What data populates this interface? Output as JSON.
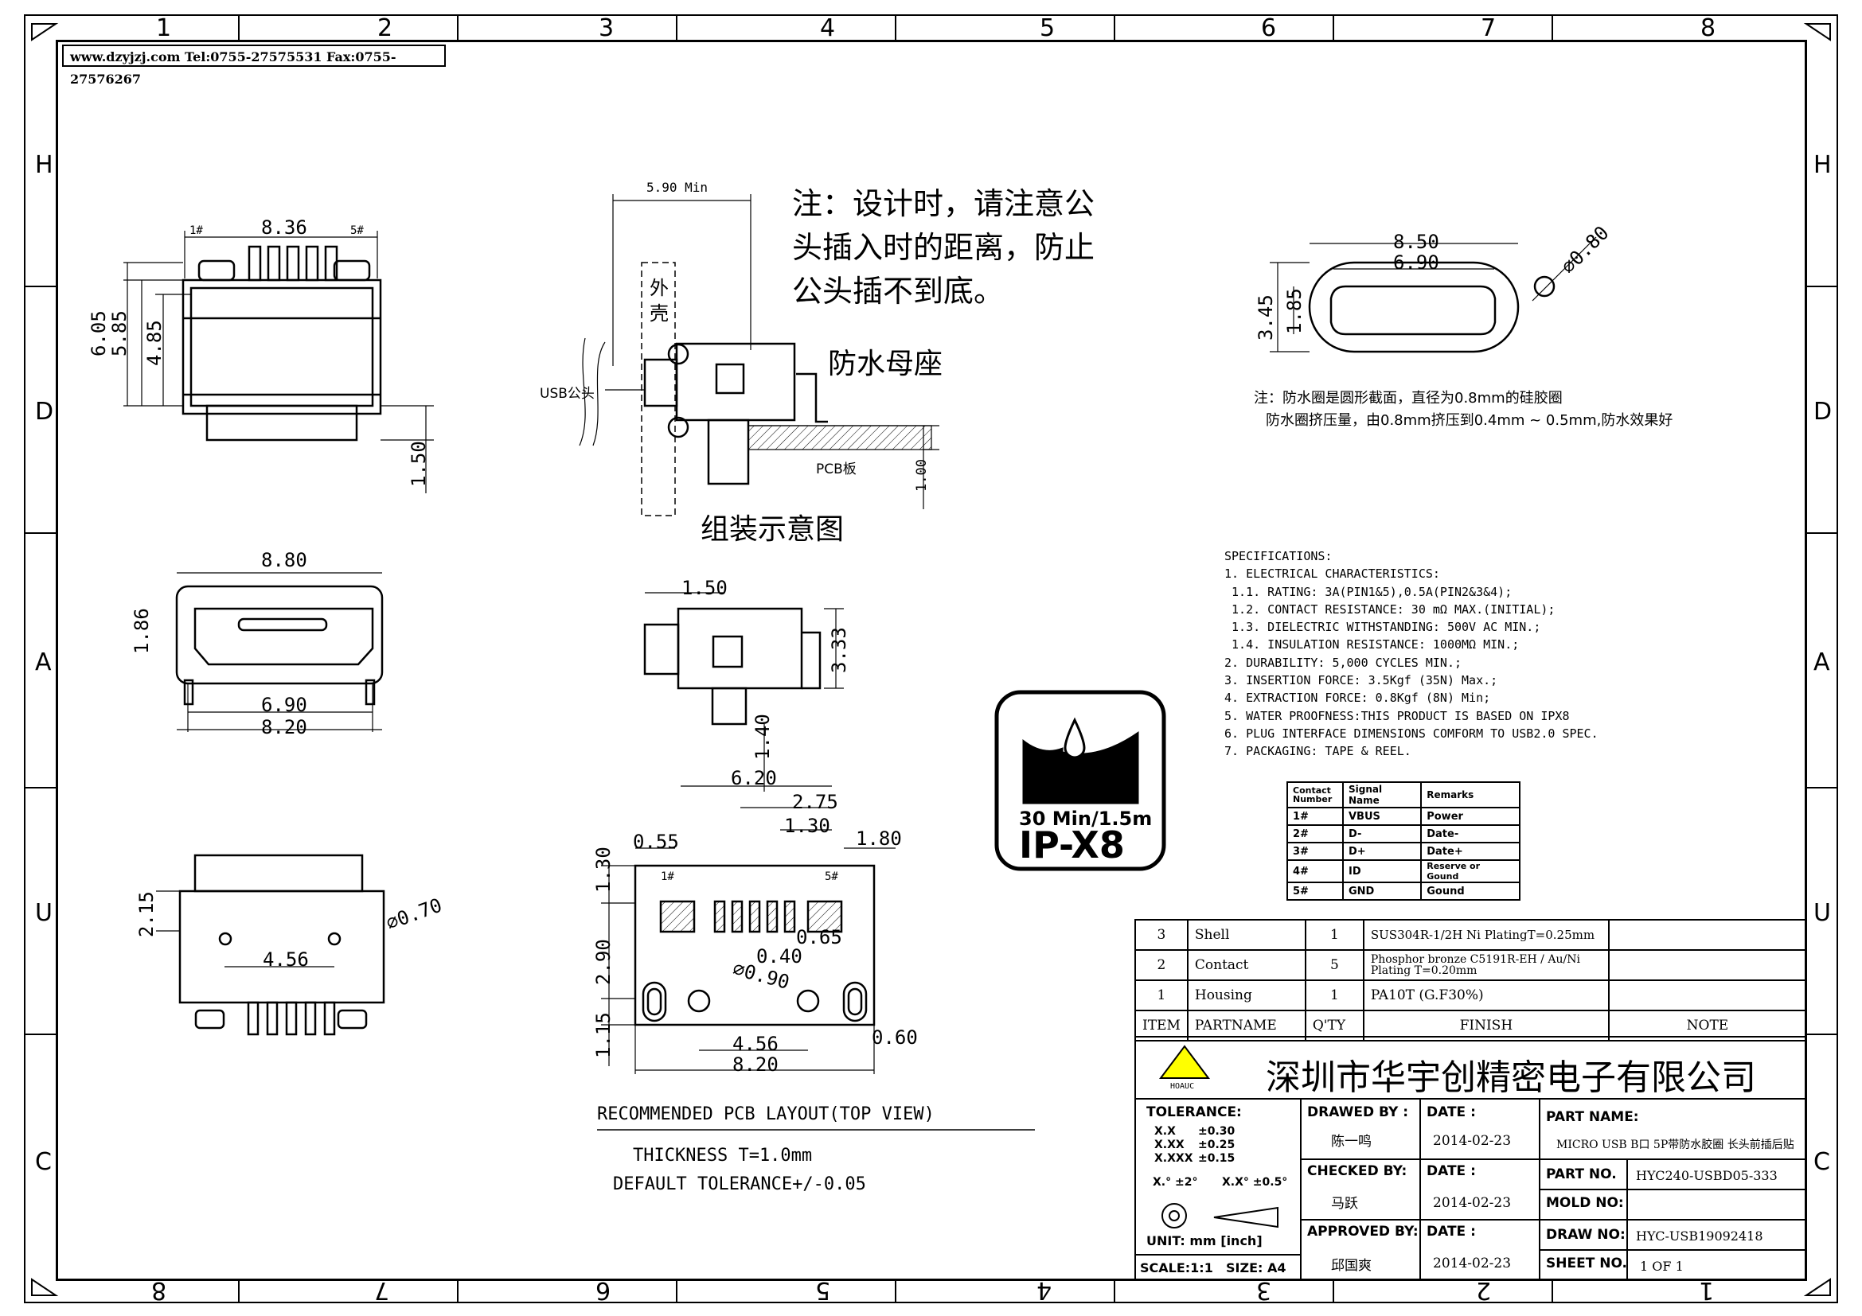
{
  "header": {
    "text": "www.dzyjzj.com  Tel:0755-27575531  Fax:0755-27576267"
  },
  "zones": {
    "top": [
      "1",
      "2",
      "3",
      "4",
      "5",
      "6",
      "7",
      "8"
    ],
    "bottom": [
      "8",
      "7",
      "6",
      "5",
      "4",
      "3",
      "2",
      "1"
    ],
    "left": [
      "H",
      "D",
      "A",
      "U",
      "C"
    ],
    "right": [
      "H",
      "D",
      "A",
      "U",
      "C"
    ]
  },
  "dims": {
    "front_top_width": "8.36",
    "pin1": "1#",
    "pin5": "5#",
    "h605": "6.05",
    "h585": "5.85",
    "h485": "4.85",
    "h150": "1.50",
    "min590": "5.90 Min",
    "w850": "8.50",
    "w690": "6.90",
    "d080": "⌀0.80",
    "h345": "3.45",
    "h185": "1.85",
    "w880": "8.80",
    "h186": "1.86",
    "w690b": "6.90",
    "w820": "8.20",
    "w150": "1.50",
    "h333": "3.33",
    "h140": "1.40",
    "h215": "2.15",
    "d070": "⌀0.70",
    "w456": "4.56",
    "p620": "6.20",
    "p275": "2.75",
    "p130": "1.30",
    "p180": "1.80",
    "p055": "0.55",
    "p130v": "1.30",
    "p290v": "2.90",
    "p115v": "1.15",
    "p040": "0.40",
    "p065": "0.65",
    "p090": "⌀0.90",
    "p456": "4.56",
    "p820": "8.20",
    "p060": "0.60",
    "pin1b": "1#",
    "pin5b": "5#"
  },
  "notes": {
    "design_1": "注：设计时，请注意公",
    "design_2": "头插入时的距离，防止",
    "design_3": "公头插不到底。",
    "shell_1": "外",
    "shell_2": "壳",
    "usb_male": "USB公头",
    "waterproof_socket": "防水母座",
    "pcb": "PCB板",
    "pcb_h": "1.00",
    "assembly": "组装示意图",
    "seal_1": "注：防水圈是圆形截面，直径为0.8mm的硅胶圈",
    "seal_2": "防水圈挤压量，由0.8mm挤压到0.4mm ~ 0.5mm,防水效果好",
    "pcb_layout": "RECOMMENDED PCB LAYOUT(TOP VIEW)",
    "thickness": "THICKNESS T=1.0mm",
    "tolerance": "DEFAULT TOLERANCE+/-0.05"
  },
  "specs": [
    "SPECIFICATIONS:",
    "1. ELECTRICAL CHARACTERISTICS:",
    " 1.1. RATING: 3A(PIN1&5),0.5A(PIN2&3&4);",
    " 1.2. CONTACT RESISTANCE: 30 mΩ MAX.(INITIAL);",
    " 1.3. DIELECTRIC WITHSTANDING: 500V AC MIN.;",
    " 1.4. INSULATION RESISTANCE: 1000MΩ MIN.;",
    "2. DURABILITY: 5,000 CYCLES MIN.;",
    "3. INSERTION FORCE: 3.5Kgf (35N) Max.;",
    "4. EXTRACTION FORCE: 0.8Kgf (8N) Min;",
    "5. WATER PROOFNESS:THIS PRODUCT IS BASED ON IPX8",
    "6. PLUG INTERFACE DIMENSIONS COMFORM TO USB2.0 SPEC.",
    "7. PACKAGING: TAPE & REEL."
  ],
  "ipx8": {
    "rating": "IP-X8",
    "duration": "30 Min/1.5m"
  },
  "signal_table": {
    "headers": [
      "Contact Number",
      "Signal Name",
      "Remarks"
    ],
    "rows": [
      [
        "1#",
        "VBUS",
        "Power"
      ],
      [
        "2#",
        "D-",
        "Date-"
      ],
      [
        "3#",
        "D+",
        "Date+"
      ],
      [
        "4#",
        "ID",
        "Reserve or Gound"
      ],
      [
        "5#",
        "GND",
        "Gound"
      ]
    ]
  },
  "bom": {
    "rows": [
      [
        "3",
        "Shell",
        "1",
        "SUS304R-1/2H  Ni  PlatingT=0.25mm",
        ""
      ],
      [
        "2",
        "Contact",
        "5",
        "Phosphor bronze C5191R-EH / Au/Ni  Plating  T=0.20mm",
        ""
      ],
      [
        "1",
        "Housing",
        "1",
        "PA10T (G.F30%)",
        ""
      ]
    ],
    "headers": [
      "ITEM",
      "PARTNAME",
      "Q'TY",
      "FINISH",
      "NOTE"
    ]
  },
  "title_block": {
    "company": "深圳市华宇创精密电子有限公司",
    "logo_text": "HOAUC",
    "tolerance_label": "TOLERANCE:",
    "tol_rows": [
      [
        "X.X",
        "±0.30"
      ],
      [
        "X.XX",
        "±0.25"
      ],
      [
        "X.XXX",
        "±0.15"
      ]
    ],
    "angle_1": "X.° ±2°",
    "angle_2": "X.X° ±0.5°",
    "unit": "UNIT:  mm [inch]",
    "scale": "SCALE:1:1",
    "size": "SIZE: A4",
    "drawn_by_label": "DRAWED BY :",
    "drawn_by": "陈一鸣",
    "checked_by_label": "CHECKED BY:",
    "checked_by": "马跃",
    "approved_by_label": "APPROVED BY:",
    "approved_by": "邱国爽",
    "date_label": "DATE :",
    "date1": "2014-02-23",
    "date2": "2014-02-23",
    "date3": "2014-02-23",
    "part_name_label": "PART NAME:",
    "part_name": "MICRO USB B口 5P带防水胶圈 长头前插后贴",
    "part_no_label": "PART NO.",
    "part_no": "HYC240-USBD05-333",
    "mold_no_label": "MOLD NO:",
    "mold_no": "",
    "draw_no_label": "DRAW NO:",
    "draw_no": "HYC-USB19092418",
    "sheet_label": "SHEET NO.",
    "sheet": "1 OF 1"
  }
}
